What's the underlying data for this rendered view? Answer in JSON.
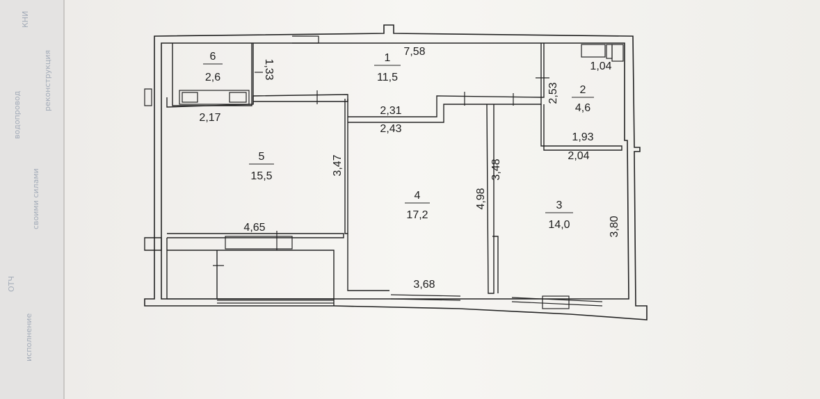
{
  "plan": {
    "rooms": [
      {
        "id": "room-1",
        "number": "1",
        "area": "11,5"
      },
      {
        "id": "room-2",
        "number": "2",
        "area": "4,6"
      },
      {
        "id": "room-3",
        "number": "3",
        "area": "14,0"
      },
      {
        "id": "room-4",
        "number": "4",
        "area": "17,2"
      },
      {
        "id": "room-5",
        "number": "5",
        "area": "15,5"
      },
      {
        "id": "room-6",
        "number": "6",
        "area": "2,6"
      }
    ],
    "dimensions": {
      "d_7_58": "7,58",
      "d_1_33": "1,33",
      "d_1_04": "1,04",
      "d_2_53": "2,53",
      "d_2_17": "2,17",
      "d_2_31": "2,31",
      "d_2_43": "2,43",
      "d_1_93": "1,93",
      "d_2_04": "2,04",
      "d_3_47": "3,47",
      "d_3_48": "3,48",
      "d_4_98": "4,98",
      "d_3_80": "3,80",
      "d_4_65": "4,65",
      "d_3_68": "3,68"
    }
  },
  "sidebar_stamp": {
    "lines": [
      "КНИ",
      "водопровод",
      "своими силами",
      "реконструкция",
      "ОТЧ",
      "исполнение"
    ]
  },
  "colors": {
    "paper": "#f7f6f3",
    "ink": "#222222",
    "background": "#e9e7e4"
  }
}
